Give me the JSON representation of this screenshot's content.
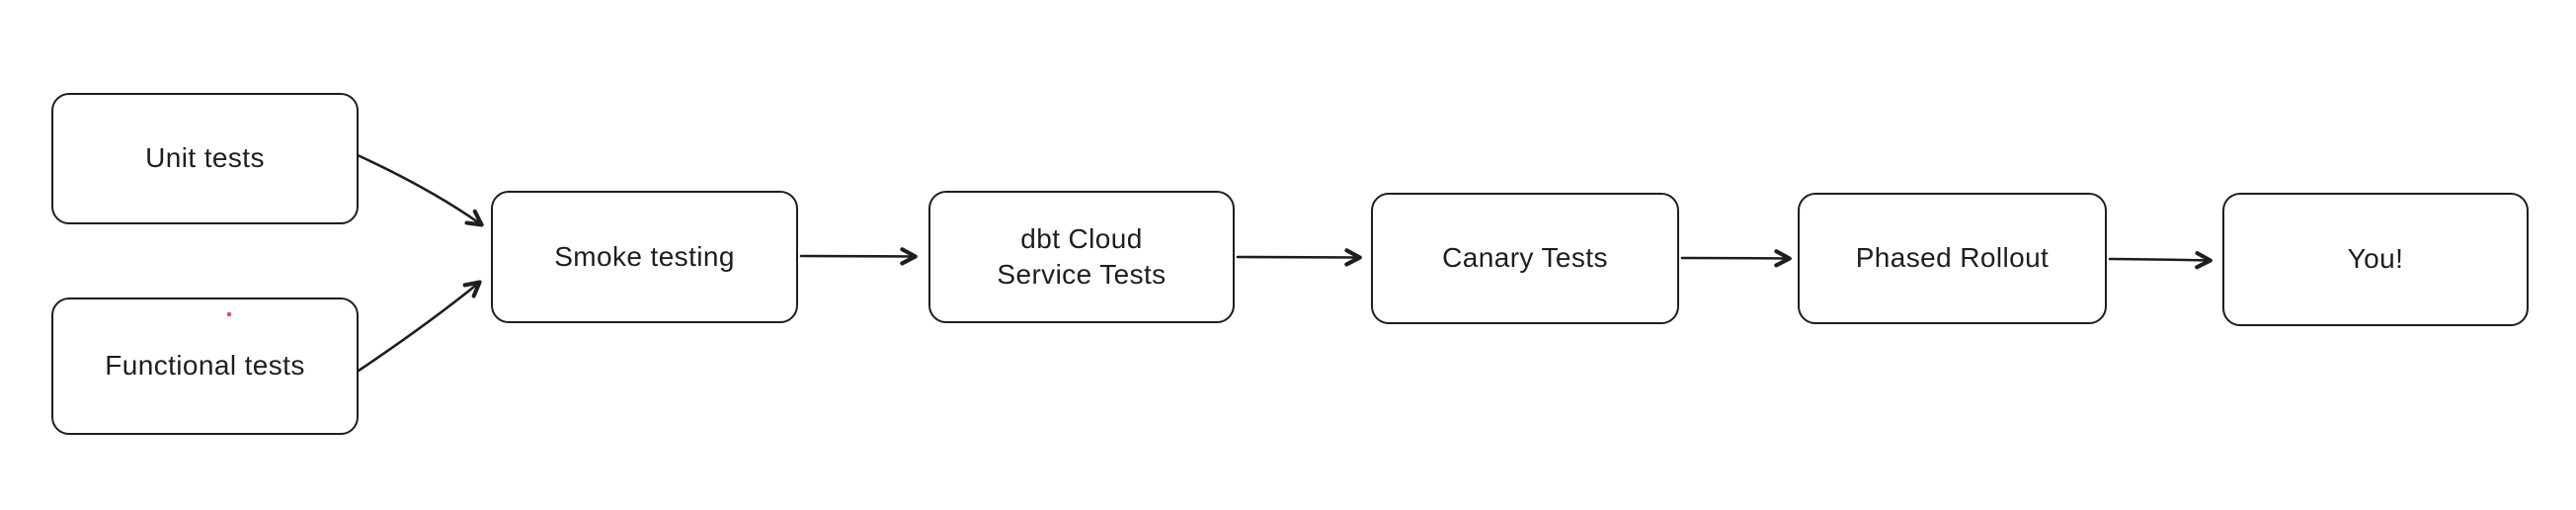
{
  "page": {
    "background_color": "#ffffff"
  },
  "diagram": {
    "style": "hand-drawn-flowchart",
    "stroke_color": "#1e1e1e",
    "node_fill_color": "#ffffff",
    "artifact_dot_color": "#e03131",
    "nodes": [
      {
        "id": "unit-tests",
        "label": "Unit tests"
      },
      {
        "id": "functional-tests",
        "label": "Functional tests"
      },
      {
        "id": "smoke-testing",
        "label": "Smoke testing"
      },
      {
        "id": "dbt-cloud-service-tests",
        "label": "dbt Cloud\nService Tests"
      },
      {
        "id": "canary-tests",
        "label": "Canary Tests"
      },
      {
        "id": "phased-rollout",
        "label": "Phased Rollout"
      },
      {
        "id": "you",
        "label": "You!"
      }
    ],
    "edges": [
      {
        "from": "unit-tests",
        "to": "smoke-testing"
      },
      {
        "from": "functional-tests",
        "to": "smoke-testing"
      },
      {
        "from": "smoke-testing",
        "to": "dbt-cloud-service-tests"
      },
      {
        "from": "dbt-cloud-service-tests",
        "to": "canary-tests"
      },
      {
        "from": "canary-tests",
        "to": "phased-rollout"
      },
      {
        "from": "phased-rollout",
        "to": "you"
      }
    ]
  }
}
